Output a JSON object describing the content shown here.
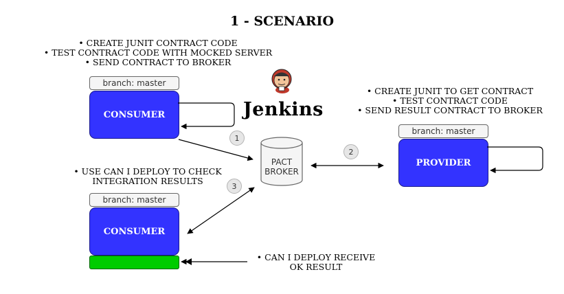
{
  "title": "1 - SCENARIO",
  "consumer_top": {
    "notes": [
      "• CREATE JUNIT CONTRACT CODE",
      "• TEST CONTRACT CODE WITH MOCKED SERVER",
      "• SEND CONTRACT TO BROKER"
    ],
    "branch": "branch: master",
    "label": "CONSUMER"
  },
  "provider": {
    "notes": [
      "• CREATE JUNIT TO GET CONTRACT",
      "• TEST CONTRACT CODE",
      "• SEND RESULT CONTRACT TO BROKER"
    ],
    "branch": "branch: master",
    "label": "PROVIDER"
  },
  "consumer_bottom": {
    "notes": [
      "• USE CAN I DEPLOY TO CHECK",
      "INTEGRATION RESULTS"
    ],
    "branch": "branch: master",
    "label": "CONSUMER"
  },
  "broker": {
    "line1": "PACT",
    "line2": "BROKER"
  },
  "jenkins": {
    "label": "Jenkins"
  },
  "steps": [
    "1",
    "2",
    "3"
  ],
  "result_note": [
    "• CAN I DEPLOY RECEIVE",
    "OK RESULT"
  ],
  "colors": {
    "service": "#3333ff",
    "ok": "#00cc00"
  }
}
